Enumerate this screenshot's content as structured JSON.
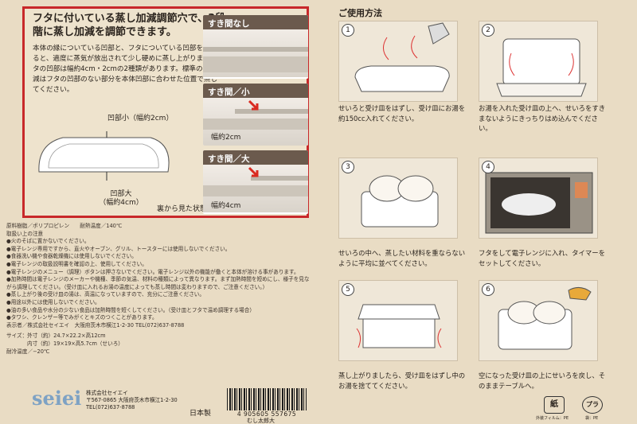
{
  "feature": {
    "title": "フタに付いている蒸し加減調節穴で、3段階に蒸し加減を調節できます。",
    "body": "本体の縁についている凹部と、フタについている凹部を合わせると、適度に蒸気が放出されて少し硬めに蒸し上がります。フタの凹部は幅約4cm・2cmの2種類があります。標準の蒸し加減はフタの凹部のない部分を本体凹部に合わせた位置で蒸してください。",
    "label_small": "凹部小（幅約2cm）",
    "label_large": "凹部大\n（幅約4cm）",
    "label_back": "裏から見た状態",
    "panels": [
      {
        "title": "すき間なし",
        "width": ""
      },
      {
        "title": "すき間／小",
        "width": "幅約2cm"
      },
      {
        "title": "すき間／大",
        "width": "幅約4cm"
      }
    ]
  },
  "specs": {
    "lines": [
      "原料樹脂／ポリプロピレン　　耐熱温度／140℃",
      "取扱い上の注意",
      "●火のそばに置かないでください。",
      "●電子レンジ専用ですから、直火やオーブン、グリル、トースターには使用しないでください。",
      "●食器洗い機や食器乾燥機には使用しないでください。",
      "●電子レンジの取扱説明書を確認の上、使用してください。",
      "●電子レンジのメニュー（調理）ボタンは押さないでください。電子レンジ以外の機能が働くと本体が溶ける事があります。",
      "●加熱時間は電子レンジのメーカーや機種、季節の気温、材料の種類によって異なります。まず加熱時間を短めにし、様子を見ながら調理してください。（受け皿に入れるお湯の温度によっても蒸し時間は変わりますので、ご注意ください。）",
      "●蒸し上がり後の受け皿の湯は、高温になっていますので、充分にご注意ください。",
      "●用途以外には使用しないでください。",
      "●油の多い食品や水分の少ない食品は加熱時間を短くしてください。（受け皿とフタで温め調理する場合）",
      "●タワシ、クレンザー等でみがくとキズのつくことがあります。",
      "表示者／株式会社セイエイ　大阪府茨木市横江1-2-30 TEL(072)637-8788"
    ],
    "size_outer": "サイズ：外寸（約）24.7×22.2×高12cm",
    "size_inner": "内寸（約）19×19×高5.7cm（せいろ）",
    "cold_temp": "耐冷温度／−20℃"
  },
  "company": {
    "logo": "seiei",
    "name": "株式会社セイエイ",
    "address": "〒567-0865 大阪府茨木市横江1-2-30",
    "tel": "TEL(072)637-8788",
    "origin": "日本製"
  },
  "barcode": {
    "number": "4 905605 557675",
    "product": "むし太郎大"
  },
  "usage": {
    "title": "ご使用方法",
    "steps": [
      {
        "num": "1",
        "text": "せいろと受け皿をはずし、受け皿にお湯を約150cc入れてください。"
      },
      {
        "num": "2",
        "text": "お湯を入れた受け皿の上へ、せいろをすきまないようにきっちりはめ込んでください。"
      },
      {
        "num": "3",
        "text": "せいろの中へ、蒸したい材料を重ならないように平均に並べてください。"
      },
      {
        "num": "4",
        "text": "フタをして電子レンジに入れ、タイマーをセットしてください。"
      },
      {
        "num": "5",
        "text": "蒸し上がりましたら、受け皿をはずし中のお湯を捨ててください。"
      },
      {
        "num": "6",
        "text": "空になった受け皿の上にせいろを戻し、そのままテーブルへ。"
      }
    ]
  },
  "marks": {
    "paper": "紙",
    "paper_sub": "外装フィルム：PE",
    "plastic": "プラ",
    "plastic_sub": "袋：PE"
  },
  "colors": {
    "accent": "#c8282a",
    "panel_head": "#6b5a4d"
  }
}
